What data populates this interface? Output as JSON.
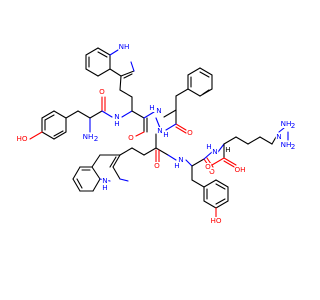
{
  "molecule": {
    "atom_labels": {
      "ho_tyr1": "HO",
      "nh2_tyr1": "NH",
      "nh2_tyr1_sub": "2",
      "o_tyr1": "O",
      "n_amide1": "N",
      "h_amide1": "H",
      "nh_indole1": "NH",
      "n_amide2": "N",
      "h_amide2": "H",
      "o_amide2": "O",
      "n_amide3": "N",
      "h_amide3": "H",
      "o_amide3": "O",
      "o_amide4": "O",
      "n_amide4": "N",
      "h_amide4": "H",
      "nh_indole2": "N",
      "h_indole2": "H",
      "n_amide5": "N",
      "h_amide5": "H",
      "o_amide5": "O",
      "oh_acid": "OH",
      "o_acid": "O",
      "n_guan": "N",
      "nh2_guan1": "NH",
      "nh2_guan1_sub": "2",
      "nh2_guan2": "NH",
      "nh2_guan2_sub": "2",
      "ho_tyr2": "HO",
      "chiral_h": "H"
    },
    "colors": {
      "carbon": "#000000",
      "oxygen": "#ff0000",
      "nitrogen": "#0000ff",
      "background": "#ffffff"
    }
  }
}
